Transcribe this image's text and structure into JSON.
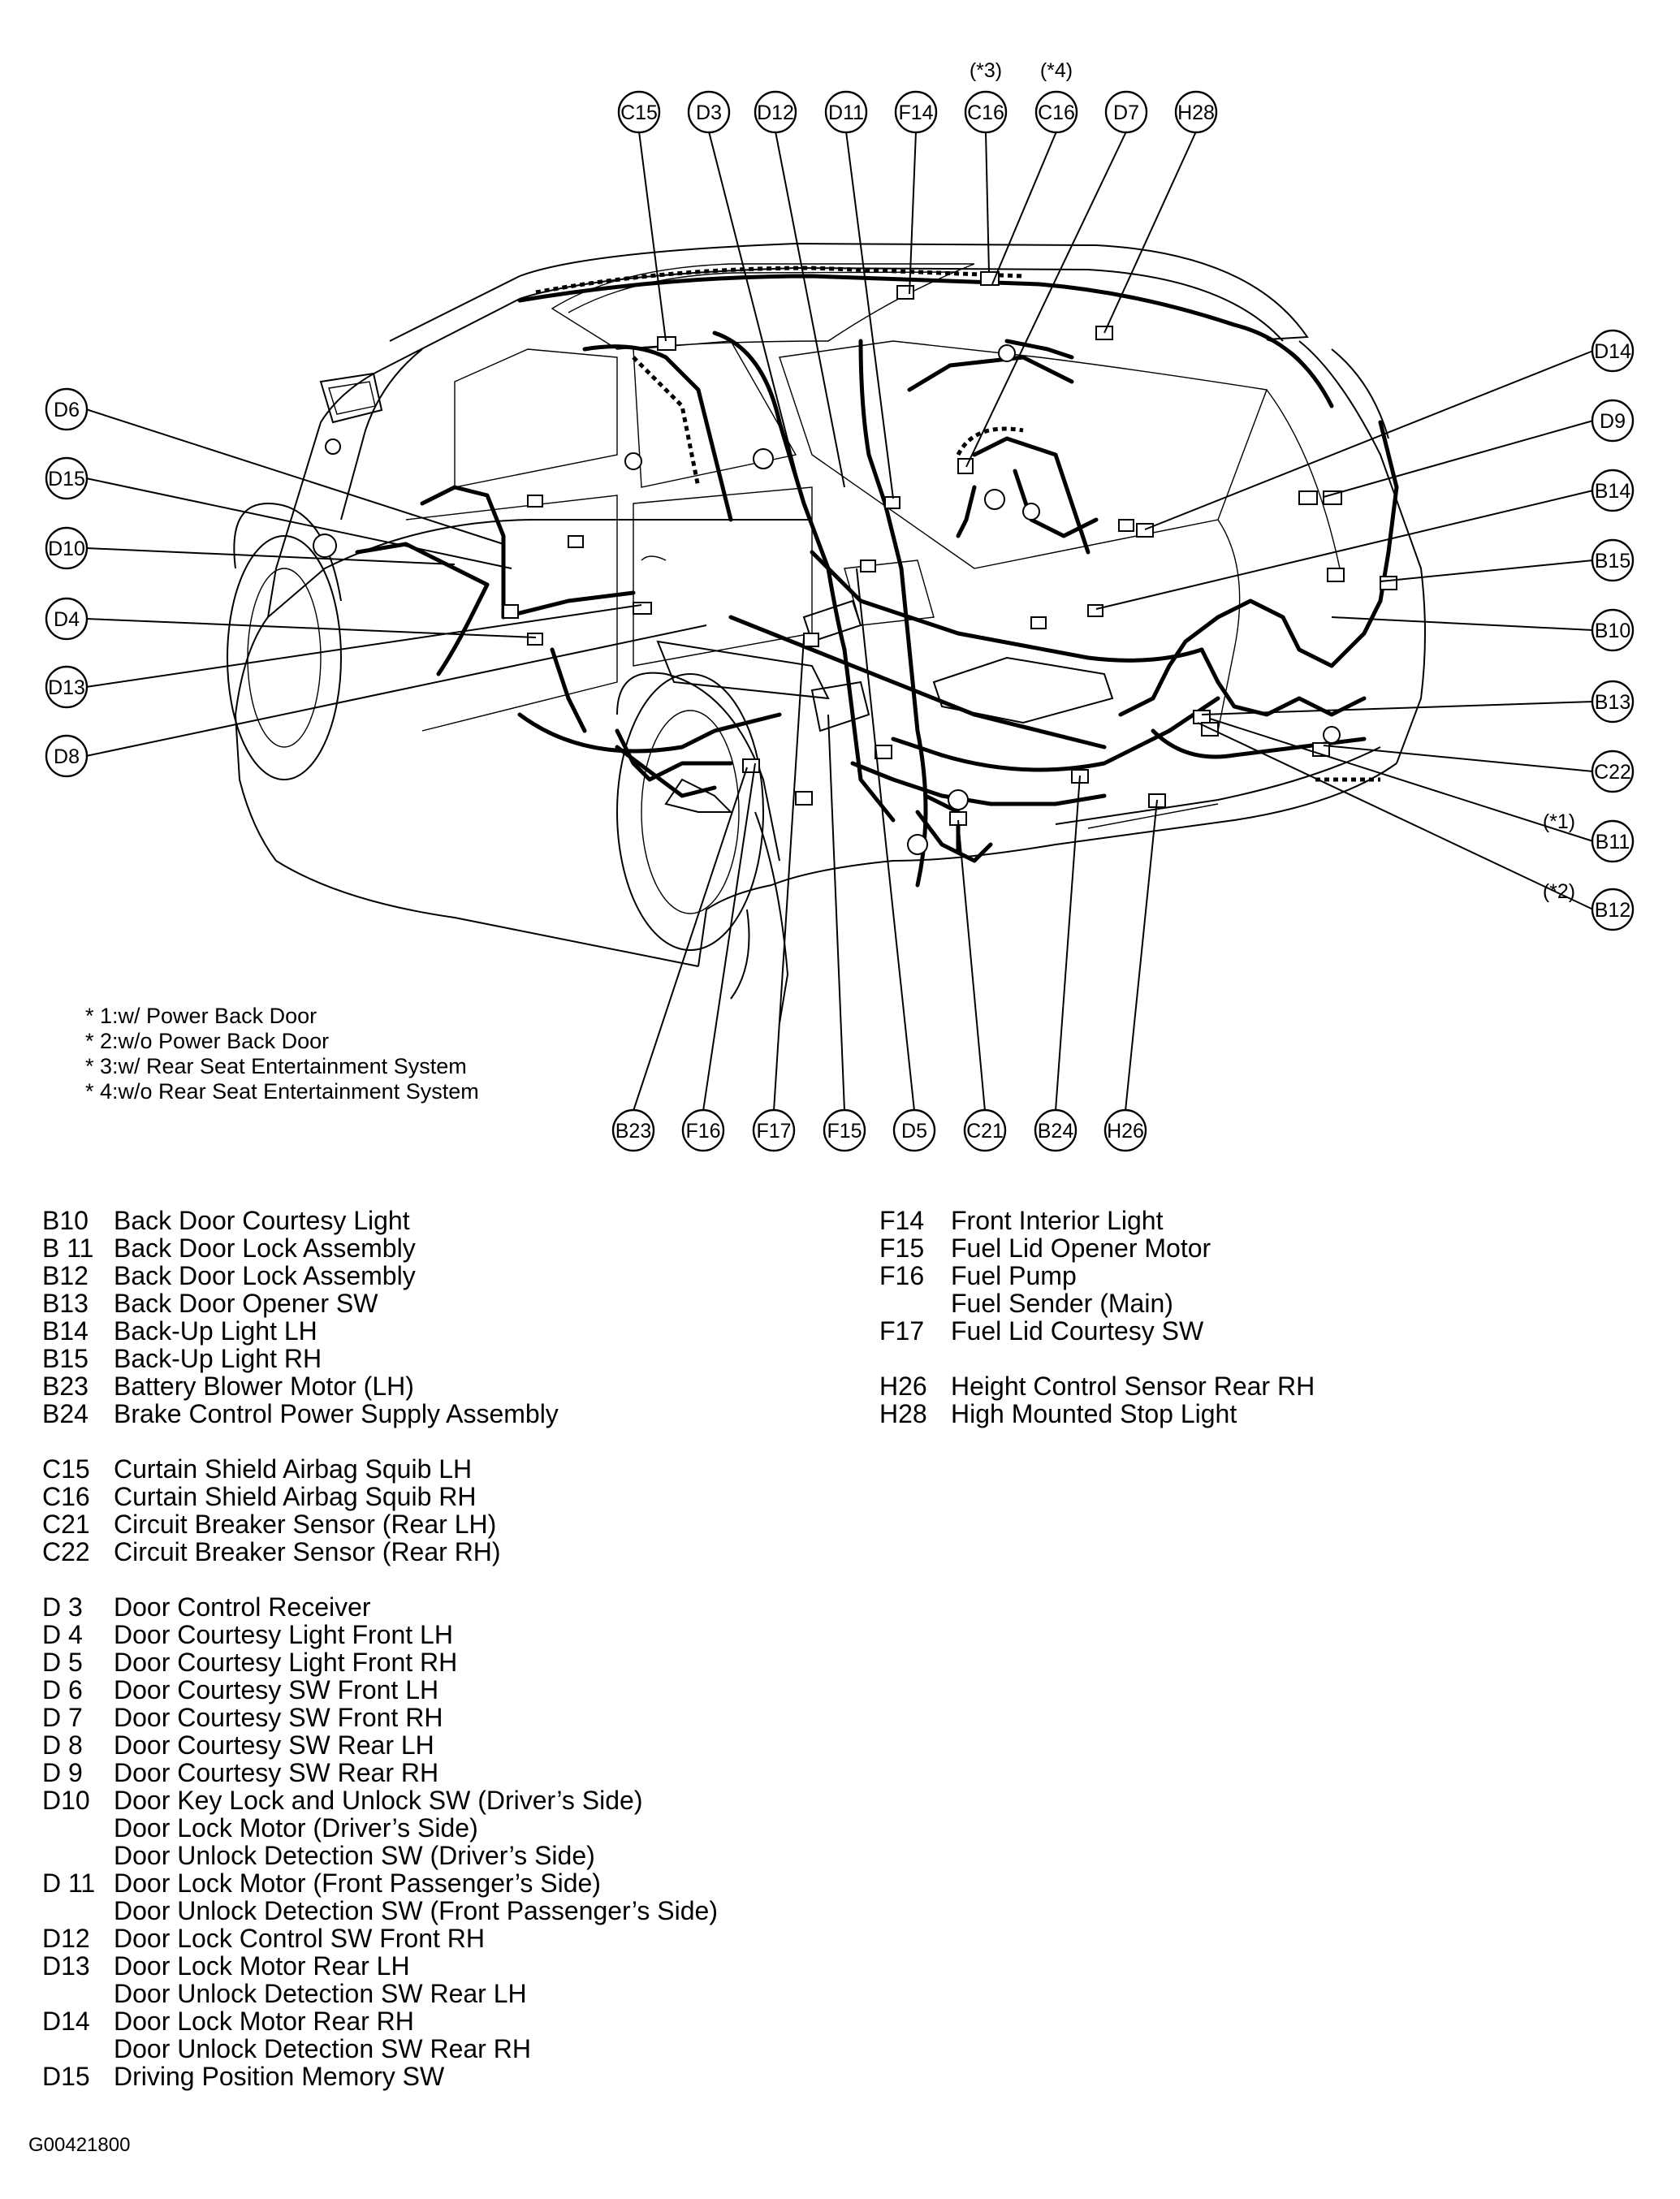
{
  "callouts_top": [
    {
      "id": "c15-top",
      "label": "C15",
      "qualifier": ""
    },
    {
      "id": "d3-top",
      "label": "D3",
      "qualifier": ""
    },
    {
      "id": "d12-top",
      "label": "D12",
      "qualifier": ""
    },
    {
      "id": "d11-top",
      "label": "D11",
      "qualifier": ""
    },
    {
      "id": "f14-top",
      "label": "F14",
      "qualifier": ""
    },
    {
      "id": "c16a-top",
      "label": "C16",
      "qualifier": "(*3)"
    },
    {
      "id": "c16b-top",
      "label": "C16",
      "qualifier": "(*4)"
    },
    {
      "id": "d7-top",
      "label": "D7",
      "qualifier": ""
    },
    {
      "id": "h28-top",
      "label": "H28",
      "qualifier": ""
    }
  ],
  "callouts_left": [
    {
      "id": "d6-left",
      "label": "D6"
    },
    {
      "id": "d15-left",
      "label": "D15"
    },
    {
      "id": "d10-left",
      "label": "D10"
    },
    {
      "id": "d4-left",
      "label": "D4"
    },
    {
      "id": "d13-left",
      "label": "D13"
    },
    {
      "id": "d8-left",
      "label": "D8"
    }
  ],
  "callouts_right": [
    {
      "id": "d14-right",
      "label": "D14",
      "qualifier": ""
    },
    {
      "id": "d9-right",
      "label": "D9",
      "qualifier": ""
    },
    {
      "id": "b14-right",
      "label": "B14",
      "qualifier": ""
    },
    {
      "id": "b15-right",
      "label": "B15",
      "qualifier": ""
    },
    {
      "id": "b10-right",
      "label": "B10",
      "qualifier": ""
    },
    {
      "id": "b13-right",
      "label": "B13",
      "qualifier": ""
    },
    {
      "id": "c22-right",
      "label": "C22",
      "qualifier": ""
    },
    {
      "id": "b11-right",
      "label": "B11",
      "qualifier": "(*1)"
    },
    {
      "id": "b12-right",
      "label": "B12",
      "qualifier": "(*2)"
    }
  ],
  "callouts_bottom": [
    {
      "id": "b23-bottom",
      "label": "B23"
    },
    {
      "id": "f16-bottom",
      "label": "F16"
    },
    {
      "id": "f17-bottom",
      "label": "F17"
    },
    {
      "id": "f15-bottom",
      "label": "F15"
    },
    {
      "id": "d5-bottom",
      "label": "D5"
    },
    {
      "id": "c21-bottom",
      "label": "C21"
    },
    {
      "id": "b24-bottom",
      "label": "B24"
    },
    {
      "id": "h26-bottom",
      "label": "H26"
    }
  ],
  "notes": [
    "* 1:w/ Power Back Door",
    "* 2:w/o Power Back Door",
    "* 3:w/ Rear Seat Entertainment System",
    "* 4:w/o Rear Seat Entertainment System"
  ],
  "legend_left": [
    [
      {
        "code": "B10",
        "desc": "Back Door Courtesy Light"
      },
      {
        "code": "B 11",
        "desc": "Back Door Lock Assembly"
      },
      {
        "code": "B12",
        "desc": "Back Door Lock Assembly"
      },
      {
        "code": "B13",
        "desc": "Back Door Opener SW"
      },
      {
        "code": "B14",
        "desc": "Back-Up Light LH"
      },
      {
        "code": "B15",
        "desc": "Back-Up Light RH"
      },
      {
        "code": "B23",
        "desc": "Battery Blower Motor (LH)"
      },
      {
        "code": "B24",
        "desc": "Brake Control Power Supply Assembly"
      }
    ],
    [
      {
        "code": "C15",
        "desc": "Curtain Shield Airbag Squib LH"
      },
      {
        "code": "C16",
        "desc": "Curtain Shield Airbag Squib RH"
      },
      {
        "code": "C21",
        "desc": "Circuit Breaker Sensor (Rear LH)"
      },
      {
        "code": "C22",
        "desc": "Circuit Breaker Sensor (Rear RH)"
      }
    ],
    [
      {
        "code": "D  3",
        "desc": "Door Control Receiver"
      },
      {
        "code": "D  4",
        "desc": "Door Courtesy Light Front LH"
      },
      {
        "code": "D  5",
        "desc": "Door Courtesy Light Front RH"
      },
      {
        "code": "D  6",
        "desc": "Door Courtesy SW Front LH"
      },
      {
        "code": "D  7",
        "desc": "Door Courtesy SW Front RH"
      },
      {
        "code": "D  8",
        "desc": "Door Courtesy SW Rear LH"
      },
      {
        "code": "D  9",
        "desc": "Door Courtesy SW Rear RH"
      },
      {
        "code": "D10",
        "desc": "Door Key Lock and Unlock SW (Driver’s Side)"
      },
      {
        "code": "",
        "desc": "Door Lock Motor (Driver’s Side)"
      },
      {
        "code": "",
        "desc": "Door Unlock Detection SW (Driver’s Side)"
      },
      {
        "code": "D 11",
        "desc": "Door Lock Motor (Front Passenger’s Side)"
      },
      {
        "code": "",
        "desc": "Door Unlock Detection SW (Front Passenger’s Side)"
      },
      {
        "code": "D12",
        "desc": "Door Lock Control SW Front RH"
      },
      {
        "code": "D13",
        "desc": "Door Lock Motor Rear LH"
      },
      {
        "code": "",
        "desc": "Door Unlock Detection SW Rear LH"
      },
      {
        "code": "D14",
        "desc": "Door Lock Motor Rear RH"
      },
      {
        "code": "",
        "desc": "Door Unlock Detection SW Rear RH"
      },
      {
        "code": "D15",
        "desc": "Driving Position Memory SW"
      }
    ]
  ],
  "legend_right": [
    [
      {
        "code": "F14",
        "desc": "Front Interior Light"
      },
      {
        "code": "F15",
        "desc": "Fuel Lid Opener Motor"
      },
      {
        "code": "F16",
        "desc": "Fuel Pump"
      },
      {
        "code": "",
        "desc": "Fuel Sender (Main)"
      },
      {
        "code": "F17",
        "desc": "Fuel Lid Courtesy SW"
      }
    ],
    [
      {
        "code": "H26",
        "desc": "Height Control Sensor Rear RH"
      },
      {
        "code": "H28",
        "desc": "High Mounted Stop Light"
      }
    ]
  ],
  "figure_id": "G00421800"
}
